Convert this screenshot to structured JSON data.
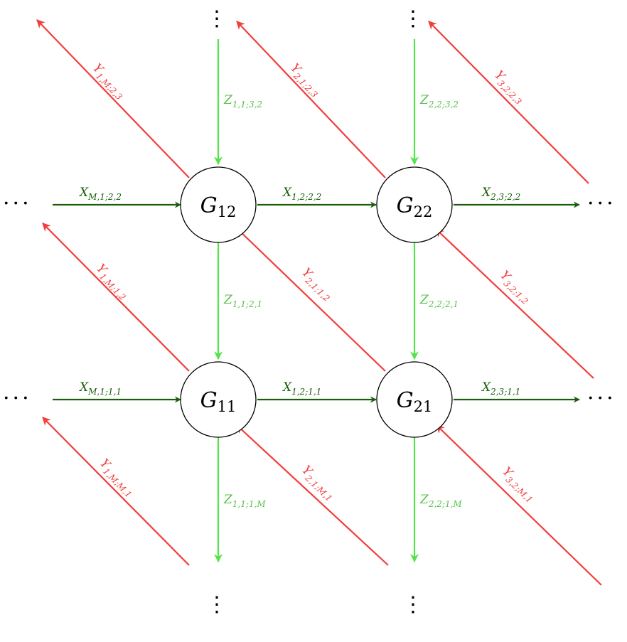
{
  "colors": {
    "x_edge": "#1a5e0a",
    "y_edge": "#f23d3d",
    "z_edge": "#55e34a",
    "node_stroke": "#000000"
  },
  "nodes": [
    {
      "id": "G12",
      "main": "G",
      "sub": "12"
    },
    {
      "id": "G22",
      "main": "G",
      "sub": "22"
    },
    {
      "id": "G11",
      "main": "G",
      "sub": "11"
    },
    {
      "id": "G21",
      "main": "G",
      "sub": "21"
    }
  ],
  "x_edges": [
    {
      "id": "x-M-1-2-2",
      "main": "X",
      "sub": "M,1;2,2"
    },
    {
      "id": "x-1-2-2-2",
      "main": "X",
      "sub": "1,2;2,2"
    },
    {
      "id": "x-2-3-2-2",
      "main": "X",
      "sub": "2,3;2,2"
    },
    {
      "id": "x-M-1-1-1",
      "main": "X",
      "sub": "M,1;1,1"
    },
    {
      "id": "x-1-2-1-1",
      "main": "X",
      "sub": "1,2;1,1"
    },
    {
      "id": "x-2-3-1-1",
      "main": "X",
      "sub": "2,3;1,1"
    }
  ],
  "z_edges": [
    {
      "id": "z-1-1-3-2",
      "main": "Z",
      "sub": "1,1;3,2"
    },
    {
      "id": "z-2-2-3-2",
      "main": "Z",
      "sub": "2,2;3,2"
    },
    {
      "id": "z-1-1-2-1",
      "main": "Z",
      "sub": "1,1;2,1"
    },
    {
      "id": "z-2-2-2-1",
      "main": "Z",
      "sub": "2,2;2,1"
    },
    {
      "id": "z-1-1-1-M",
      "main": "Z",
      "sub": "1,1;1,M"
    },
    {
      "id": "z-2-2-1-M",
      "main": "Z",
      "sub": "2,2;1,M"
    }
  ],
  "y_edges": [
    {
      "id": "y-1-M-2-3",
      "main": "Y",
      "sub": "1,M;2,3"
    },
    {
      "id": "y-2-1-2-3",
      "main": "Y",
      "sub": "2,1;2,3"
    },
    {
      "id": "y-3-2-2-3",
      "main": "Y",
      "sub": "3,2;2,3"
    },
    {
      "id": "y-1-M-1-2",
      "main": "Y",
      "sub": "1,M;1,2"
    },
    {
      "id": "y-2-1-1-2",
      "main": "Y",
      "sub": "2,1;1,2"
    },
    {
      "id": "y-3-2-1-2",
      "main": "Y",
      "sub": "3,2;1,2"
    },
    {
      "id": "y-1-M-M-1",
      "main": "Y",
      "sub": "1,M;M,1"
    },
    {
      "id": "y-2-1-M-1",
      "main": "Y",
      "sub": "2,1;M,1"
    },
    {
      "id": "y-3-2-M-1",
      "main": "Y",
      "sub": "3,2;M,1"
    }
  ],
  "ellipsis": {
    "horizontal": "···",
    "vertical": "⋮"
  }
}
